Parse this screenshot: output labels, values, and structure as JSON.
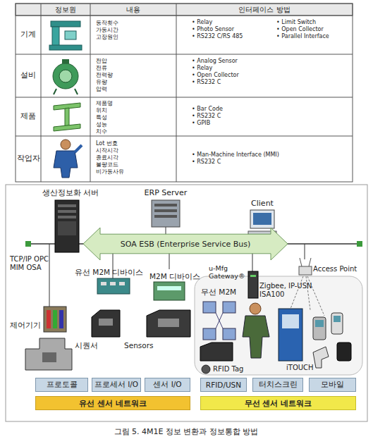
{
  "diagram": {
    "caption": "그림 5. 4M1E 정보 변환과 정보통합 방법",
    "nodes": [
      {
        "text": [
          "SOA ESB (Enterprise Service Bus)"
        ]
      },
      {
        "text": [
          "프로토콜"
        ]
      },
      {
        "text": [
          "프로세서 I/O"
        ]
      },
      {
        "text": [
          "센서 I/O"
        ]
      },
      {
        "text": [
          "RFID/USN"
        ]
      },
      {
        "text": [
          "터치스크린"
        ]
      },
      {
        "text": [
          "모바일"
        ]
      },
      {
        "text": [
          "유선 센서 네트워크"
        ]
      },
      {
        "text": [
          "무선 센서 네트워크"
        ]
      }
    ],
    "labels": [
      "정보원",
      "내용",
      "인터페이스 방법",
      "기계",
      "동작횟수",
      "가동시간",
      "고장원인",
      "• Relay",
      "• Photo Sensor",
      "• RS232 C/RS 485",
      "• Limit Switch",
      "• Open Collector",
      "• Parallel Interface",
      "설비",
      "전압",
      "전류",
      "전력량",
      "유량",
      "압력",
      "• Analog Sensor",
      "• Relay",
      "• Open Collector",
      "• RS232 C",
      "제품",
      "제품명",
      "위치",
      "특성",
      "성능",
      "치수",
      "• Bar Code",
      "• RS232 C",
      "• GPIB",
      "작업자",
      "Lot 번호",
      "시작시각",
      "종료시각",
      "불량코드",
      "비가동사유",
      "• Man-Machine Interface (MMI)",
      "• RS232 C",
      "생산정보화 서버",
      "ERP Server",
      "Client",
      "TCP/IP OPC MIM OSA",
      "유선 M2M 디바이스",
      "M2M 디바이스",
      "u-Mfg Gateway®",
      "무선 M2M",
      "Zigbee, IP-USN ISA100",
      "Access Point",
      "제어기기",
      "시퀀서",
      "Sensors",
      "RFID Tag",
      "iTOUCH"
    ]
  }
}
